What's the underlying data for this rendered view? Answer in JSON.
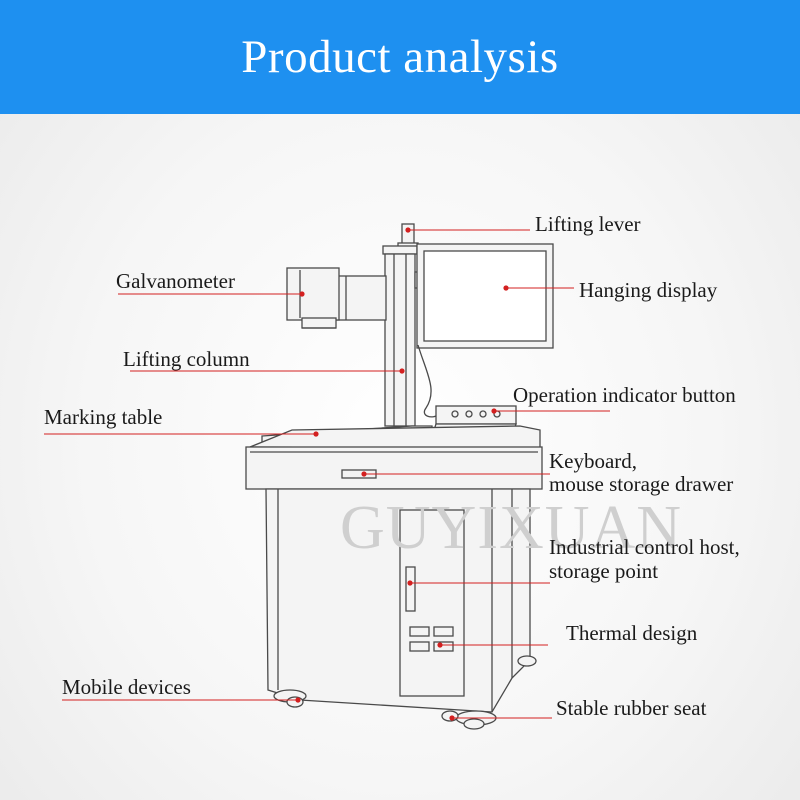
{
  "header": {
    "title": "Product analysis"
  },
  "watermark": "GUYIXUAN",
  "colors": {
    "header_bg": "#1E90F0",
    "leader_line": "#D32020",
    "text": "#1A1A1A"
  },
  "labels": {
    "lifting_lever": "Lifting lever",
    "galvanometer": "Galvanometer",
    "hanging_display": "Hanging display",
    "lifting_column": "Lifting column",
    "operation_indicator_button": "Operation indicator button",
    "marking_table": "Marking table",
    "keyboard_line1": "Keyboard,",
    "keyboard_line2": "mouse storage drawer",
    "industrial_line1": "Industrial control host,",
    "industrial_line2": "storage point",
    "thermal_design": "Thermal design",
    "mobile_devices": "Mobile devices",
    "stable_rubber_seat": "Stable rubber seat"
  }
}
